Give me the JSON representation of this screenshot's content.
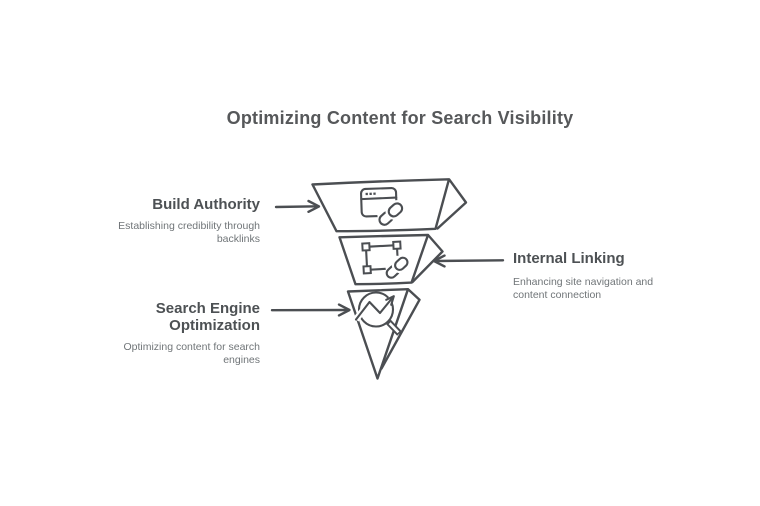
{
  "title": "Optimizing Content for Search Visibility",
  "colors": {
    "background": "#ffffff",
    "stroke": "#4b4e52",
    "title_text": "#56585a",
    "heading_text": "#4d5154",
    "subtitle_text": "#707578"
  },
  "funnel": {
    "type": "inverted-pyramid",
    "levels": [
      {
        "name": "Build Authority",
        "description": "Establishing credibility through backlinks",
        "icon": "browser-link-icon",
        "label_side": "left"
      },
      {
        "name": "Internal Linking",
        "description": "Enhancing site navigation and content connection",
        "icon": "selection-link-icon",
        "label_side": "right"
      },
      {
        "name": "Search Engine Optimization",
        "description": "Optimizing content for search engines",
        "icon": "seo-trend-magnifier-icon",
        "label_side": "left"
      }
    ]
  }
}
